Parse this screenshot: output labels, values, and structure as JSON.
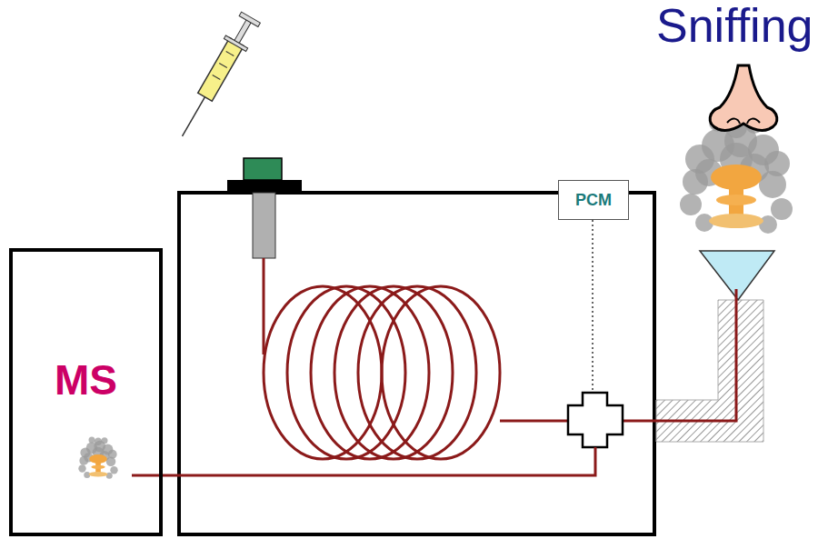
{
  "diagram": {
    "nodes": [
      {
        "text": [
          "MS"
        ]
      },
      {
        "text": [
          "PCM"
        ]
      }
    ],
    "labels": [
      "Sniffing"
    ]
  }
}
